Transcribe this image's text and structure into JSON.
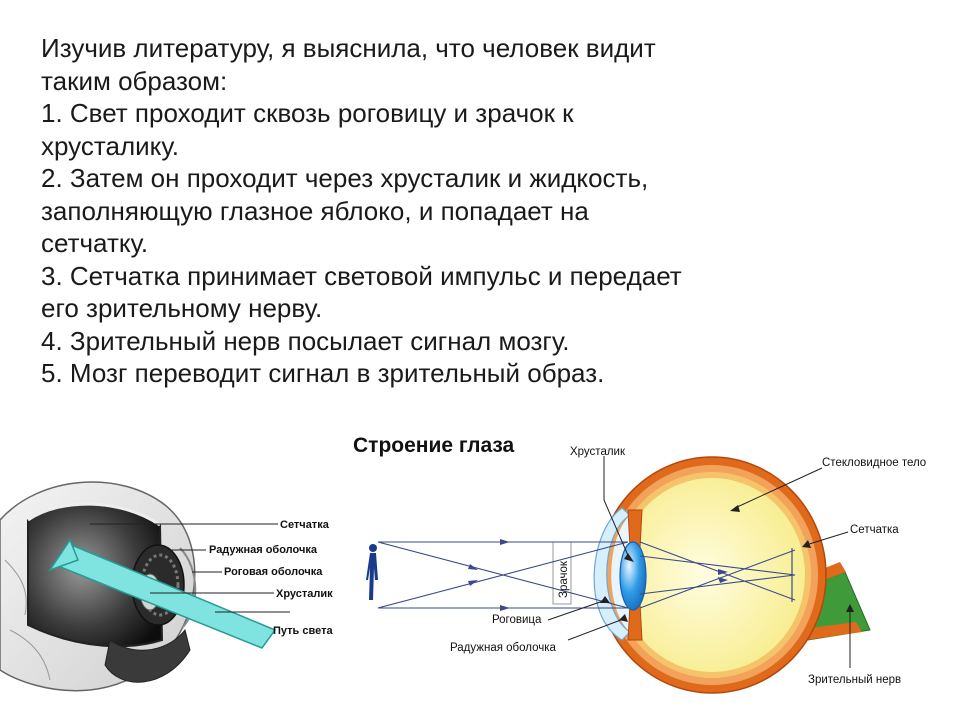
{
  "text": {
    "lines": [
      "Изучив литературу, я выяснила, что человек видит",
      "таким образом:",
      "1. Свет проходит сквозь роговицу и зрачок к",
      "хрусталику.",
      "2. Затем он проходит через хрусталик и жидкость,",
      "заполняющую глазное яблоко, и попадает на",
      "сетчатку.",
      "3. Сетчатка принимает световой импульс и передает",
      "его зрительному нерву.",
      "4. Зрительный нерв посылает сигнал мозгу.",
      "5. Мозг переводит сигнал в зрительный образ."
    ]
  },
  "left_diagram": {
    "labels": [
      "Сетчатка",
      "Радужная оболочка",
      "Роговая оболочка",
      "Хрусталик",
      "Путь света"
    ]
  },
  "right_diagram": {
    "title": "Строение глаза",
    "labels": {
      "lens": "Хрусталик",
      "vitreous": "Стекловидное тело",
      "retina": "Сетчатка",
      "pupil": "Зрачок",
      "cornea": "Роговица",
      "iris": "Радужная оболочка",
      "optic_nerve": "Зрительный нерв"
    }
  },
  "colors": {
    "sclera": "#e06a1c",
    "vitreous": "#fbf5a8",
    "lens": "#2f9be6",
    "optic_nerve": "#3f9a3a",
    "light_beam": "#7fe3df",
    "light_rays": "#3a4a8a"
  }
}
